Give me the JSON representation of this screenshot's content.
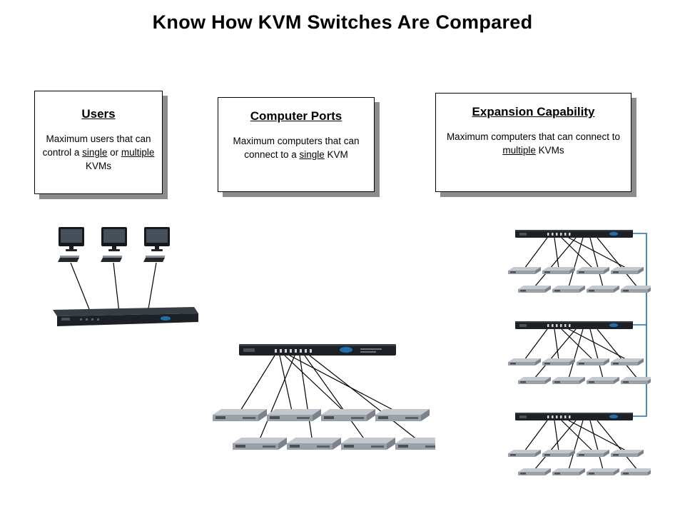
{
  "title": "Know How KVM Switches Are Compared",
  "cards": [
    {
      "heading": "Users",
      "parts": [
        "Maximum users that can control a ",
        "single",
        " or ",
        "multiple",
        " KVMs"
      ]
    },
    {
      "heading": "Computer Ports",
      "parts": [
        "Maximum computers that can connect to a ",
        "single",
        " KVM"
      ]
    },
    {
      "heading": "Expansion Capability",
      "parts": [
        "Maximum computers that can connect to ",
        "multiple",
        " KVMs"
      ]
    }
  ],
  "icons": {
    "users_diagram": "three-user-consoles-connected-to-kvm-switch",
    "ports_diagram": "kvm-switch-connected-to-eight-servers",
    "expansion_diagram": "three-daisy-chained-kvm-switches-with-servers"
  },
  "colors": {
    "accent-blue": "#1f6fae",
    "shadow-gray": "#8c8c8c",
    "kvm-dark": "#1d2126",
    "kvm-top": "#363d45",
    "server-top": "#c3c8ce",
    "server-front": "#99a0a8",
    "server-side": "#7b828a",
    "screen-gray": "#45505b",
    "cable-black": "#000000"
  }
}
